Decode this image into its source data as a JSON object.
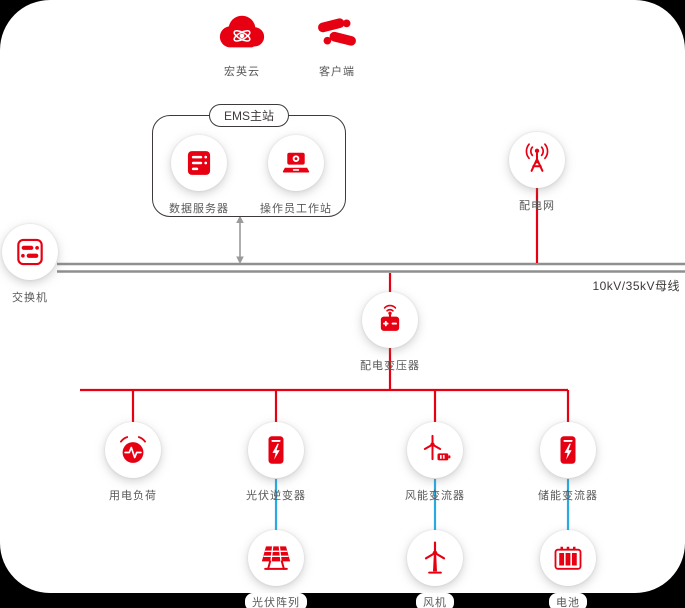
{
  "diagram": {
    "bus_label": "10kV/35kV母线",
    "ems_group": {
      "label": "EMS主站"
    },
    "colors": {
      "accent_red": "#e60012",
      "link_blue": "#29abe2",
      "bus_gray": "#8f8f8f",
      "label_gray": "#595757"
    },
    "nodes": {
      "cloud": {
        "label": "宏英云",
        "icon": "cloud-icon"
      },
      "client": {
        "label": "客户端",
        "icon": "hands-client-icon"
      },
      "data_server": {
        "label": "数据服务器",
        "icon": "server-icon"
      },
      "workstation": {
        "label": "操作员工作站",
        "icon": "laptop-icon"
      },
      "grid": {
        "label": "配电网",
        "icon": "antenna-icon"
      },
      "switch": {
        "label": "交换机",
        "icon": "network-switch-icon"
      },
      "transformer": {
        "label": "配电变压器",
        "icon": "transformer-icon"
      },
      "load": {
        "label": "用电负荷",
        "icon": "load-pulse-icon"
      },
      "pv_inverter": {
        "label": "光伏逆变器",
        "icon": "inverter-icon"
      },
      "wind_converter": {
        "label": "风能变流器",
        "icon": "wind-converter-icon"
      },
      "storage_converter": {
        "label": "储能变流器",
        "icon": "storage-inverter-icon"
      },
      "pv_array": {
        "label": "光伏阵列",
        "icon": "solar-panel-icon"
      },
      "wind_turbine": {
        "label": "风机",
        "icon": "wind-turbine-icon"
      },
      "battery": {
        "label": "电池",
        "icon": "battery-icon"
      }
    }
  }
}
